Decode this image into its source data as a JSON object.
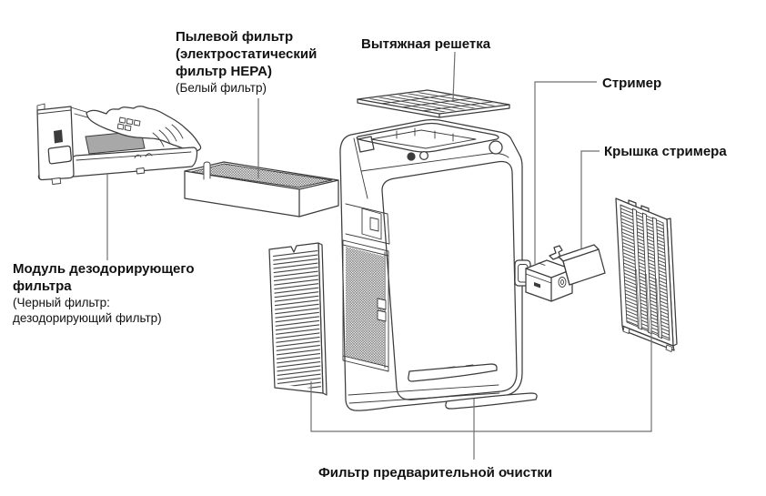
{
  "colors": {
    "background": "#ffffff",
    "line": "#3c3c3c",
    "leader": "#707070",
    "text": "#111111",
    "filter_fill": "#a8a8a8"
  },
  "diagram": {
    "type": "exploded-parts-diagram",
    "labels": {
      "dust_filter": {
        "title": "Пылевой фильтр\n(электростатический\nфильтр HEPA)",
        "note": "(Белый фильтр)"
      },
      "exhaust_grille": {
        "title": "Вытяжная решетка"
      },
      "streamer": {
        "title": "Стример"
      },
      "streamer_cover": {
        "title": "Крышка стримера"
      },
      "deodorizing_module": {
        "title": "Модуль дезодорирующего\nфильтра",
        "note": "(Черный фильтр:\nдезодорирующий фильтр)"
      },
      "prefilter": {
        "title": "Фильтр предварительной очистки"
      }
    },
    "parts": [
      "deodorizing-filter-module",
      "dust-filter",
      "exhaust-grille",
      "main-body",
      "front-prefilter-panel",
      "streamer-unit",
      "streamer-cover",
      "rear-prefilter-panel",
      "prefilter-bar"
    ]
  }
}
